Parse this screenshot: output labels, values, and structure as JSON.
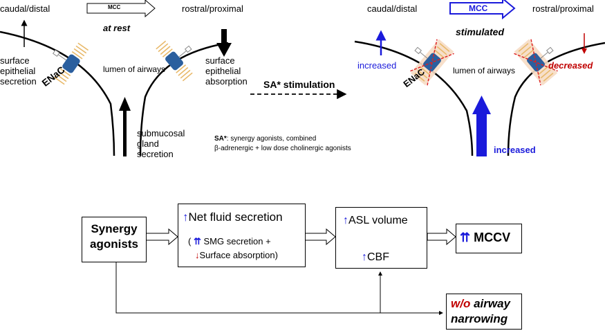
{
  "colors": {
    "blue": "#1a1adb",
    "red": "#c00000",
    "black": "#000000",
    "channel_fill": "#2b5f9e",
    "hair": "#e8b96a"
  },
  "rest_panel": {
    "caudal_label": "caudal/distal",
    "rostral_label": "rostral/proximal",
    "mcc_label": "MCC",
    "state_label": "at rest",
    "surface_secretion": [
      "surface",
      "epithelial",
      "secretion"
    ],
    "surface_absorption": [
      "surface",
      "epithelial",
      "absorption"
    ],
    "lumen_label": "lumen of airways",
    "channel_label": "ENaC",
    "gland_secretion": [
      "submucosal",
      "gland",
      "secretion"
    ]
  },
  "stimulation_label": "SA* stimulation",
  "sa_note": {
    "title": "SA*",
    "line1": ": synergy agonists, combined",
    "line2": "β-adrenergic + low dose cholinergic agonists"
  },
  "stim_panel": {
    "caudal_label": "caudal/distal",
    "rostral_label": "rostral/proximal",
    "mcc_label": "MCC",
    "state_label": "stimulated",
    "increased_left": "increased",
    "decreased_right": "decreased",
    "lumen_label": "lumen of airways",
    "channel_label": "ENaC",
    "increased_gland": "increased"
  },
  "flow": {
    "synergy": [
      "Synergy",
      "agonists"
    ],
    "net_fluid": "Net fluid secretion",
    "smg_open": "(",
    "smg": "SMG secretion +",
    "surface_abs": "Surface absorption)",
    "asl": "ASL volume",
    "cbf": "CBF",
    "mccv": "MCCV",
    "wo": "w/o",
    "airway": "airway",
    "narrowing": "narrowing"
  },
  "icons": {
    "up_arrow": "↑",
    "down_arrow": "↓",
    "double_up": "⇈"
  }
}
